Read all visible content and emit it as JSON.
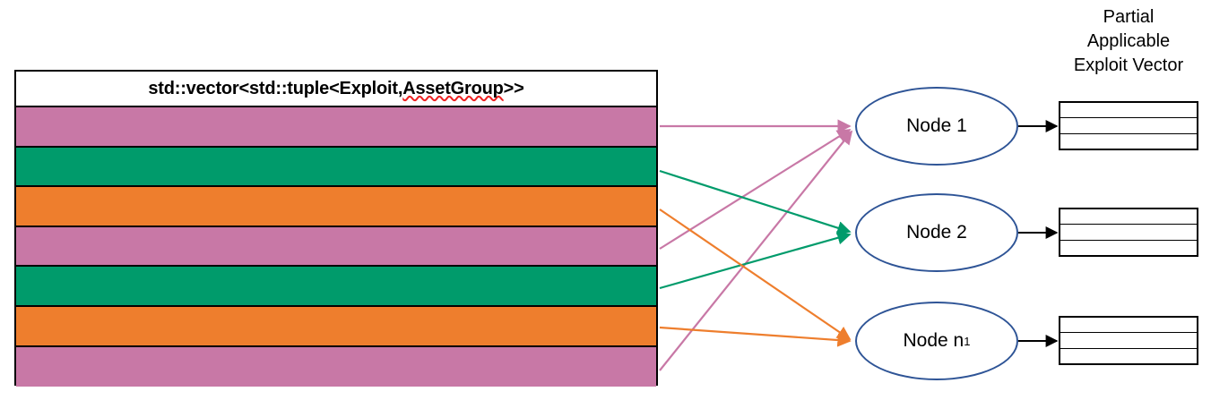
{
  "diagram": {
    "title": "Exploit vector partitioning across nodes",
    "colors": {
      "pink": "#C878A6",
      "green": "#009B6B",
      "orange": "#EE7E2D",
      "node_border": "#2E5496",
      "outline": "#000000",
      "background": "#ffffff",
      "spellcheck_underline": "#ee2222"
    }
  },
  "source_vector": {
    "header": {
      "full_text": "std::vector<std::tuple<Exploit, AssetGroup>>",
      "prefix": "std::vector<std::tuple<Exploit, ",
      "misspelled": "AssetGroup",
      "suffix": ">>"
    },
    "rows": [
      {
        "index": 0,
        "color": "pink",
        "hex": "#C878A6",
        "target_node": "Node 1"
      },
      {
        "index": 1,
        "color": "green",
        "hex": "#009B6B",
        "target_node": "Node 2"
      },
      {
        "index": 2,
        "color": "orange",
        "hex": "#EE7E2D",
        "target_node": "Node n1"
      },
      {
        "index": 3,
        "color": "pink",
        "hex": "#C878A6",
        "target_node": "Node 1"
      },
      {
        "index": 4,
        "color": "green",
        "hex": "#009B6B",
        "target_node": "Node 2"
      },
      {
        "index": 5,
        "color": "orange",
        "hex": "#EE7E2D",
        "target_node": "Node n1"
      },
      {
        "index": 6,
        "color": "pink",
        "hex": "#C878A6",
        "target_node": "Node 1"
      }
    ]
  },
  "nodes": [
    {
      "id": "node-1",
      "label": "Node 1",
      "base": "Node 1",
      "subscript": ""
    },
    {
      "id": "node-2",
      "label": "Node 2",
      "base": "Node 2",
      "subscript": ""
    },
    {
      "id": "node-n1",
      "label": "Node n1",
      "base": "Node n",
      "subscript": "1"
    }
  ],
  "output_vectors": {
    "caption_line_1": "Partial",
    "caption_line_2": "Applicable",
    "caption_line_3": "Exploit Vector",
    "caption_full": "Partial Applicable Exploit Vector",
    "slot_count": 3,
    "instances": [
      {
        "for_node": "Node 1",
        "slots": [
          "",
          "",
          ""
        ]
      },
      {
        "for_node": "Node 2",
        "slots": [
          "",
          "",
          ""
        ]
      },
      {
        "for_node": "Node n1",
        "slots": [
          "",
          "",
          ""
        ]
      }
    ]
  },
  "edges": [
    {
      "from_row": 0,
      "to_node": "Node 1",
      "color": "#C878A6"
    },
    {
      "from_row": 3,
      "to_node": "Node 1",
      "color": "#C878A6"
    },
    {
      "from_row": 6,
      "to_node": "Node 1",
      "color": "#C878A6"
    },
    {
      "from_row": 1,
      "to_node": "Node 2",
      "color": "#009B6B"
    },
    {
      "from_row": 4,
      "to_node": "Node 2",
      "color": "#009B6B"
    },
    {
      "from_row": 2,
      "to_node": "Node n1",
      "color": "#EE7E2D"
    },
    {
      "from_row": 5,
      "to_node": "Node n1",
      "color": "#EE7E2D"
    },
    {
      "from_row": null,
      "to_node": "Node 1 output",
      "color": "#000000"
    },
    {
      "from_row": null,
      "to_node": "Node 2 output",
      "color": "#000000"
    },
    {
      "from_row": null,
      "to_node": "Node n1 output",
      "color": "#000000"
    }
  ]
}
